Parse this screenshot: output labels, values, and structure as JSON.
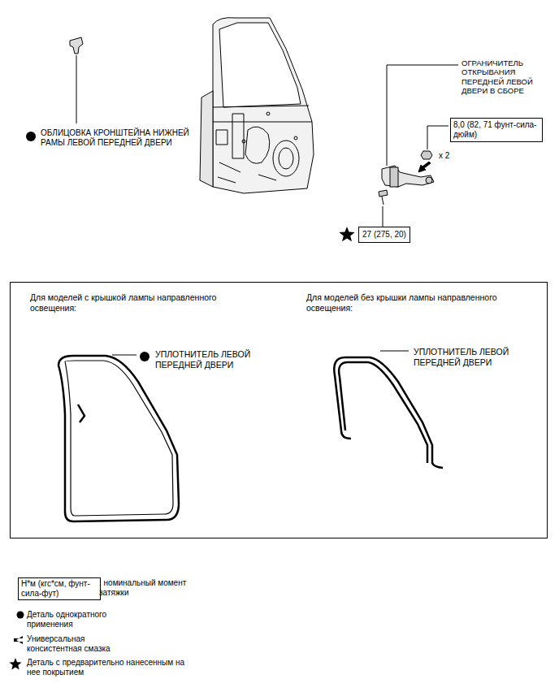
{
  "diagram": {
    "nodes": [
      {
        "text": [
          "8,0 (82, 71 фунт-сила-дюйм)"
        ]
      },
      {
        "text": [
          "27 (275, 20)"
        ]
      },
      {
        "text": [
          "Для моделей с крышкой лампы направленного освещения:",
          "УПЛОТНИТЕЛЬ ЛЕВОЙ ПЕРЕДНЕЙ ДВЕРИ",
          "Для моделей без крышки лампы направленного освещения:",
          "УПЛОТНИТЕЛЬ ЛЕВОЙ ПЕРЕДНЕЙ ДВЕРИ"
        ]
      },
      {
        "text": [
          "Н*м (кгс*см, фунт-сила-фут)"
        ]
      }
    ],
    "labels": [
      "ОБЛИЦОВКА КРОНШТЕЙНА НИЖНЕЙ РАМЫ ЛЕВОЙ ПЕРЕДНЕЙ ДВЕРИ",
      "ОГРАНИЧИТЕЛЬ ОТКРЫВАНИЯ ПЕРЕДНЕЙ ЛЕВОЙ ДВЕРИ В СБОРЕ",
      "x 2"
    ],
    "legend": [
      {
        "text": ": номинальный момент затяжки"
      },
      {
        "text": "Деталь однократного применения"
      },
      {
        "text": "Универсальная консистентная смазка"
      },
      {
        "text": "Деталь с предварительно нанесенным на нее покрытием"
      }
    ]
  }
}
